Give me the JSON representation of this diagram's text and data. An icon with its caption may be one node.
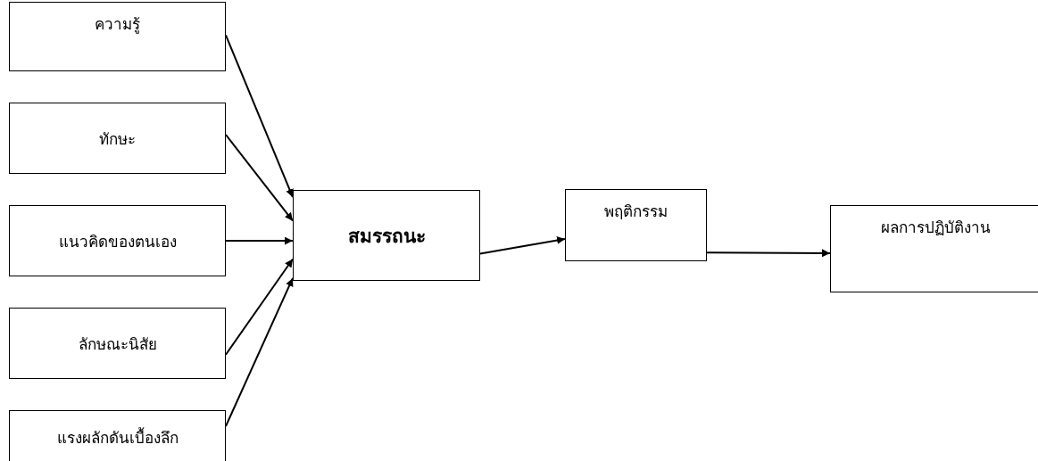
{
  "diagram": {
    "nodes": [
      {
        "text": [
          "ความรู้"
        ]
      },
      {
        "text": [
          "ทักษะ"
        ]
      },
      {
        "text": [
          "แนวคิดของตนเอง"
        ]
      },
      {
        "text": [
          "ลักษณะนิสัย"
        ]
      },
      {
        "text": [
          "แรงผลักดันเบื้องลึก"
        ]
      },
      {
        "text": [
          "สมรรถนะ"
        ]
      },
      {
        "text": [
          "พฤติกรรม"
        ]
      },
      {
        "text": [
          "ผลการปฏิบัติงาน"
        ]
      }
    ],
    "edges": [
      {
        "from": 0,
        "to": 5,
        "arrow": "to"
      },
      {
        "from": 1,
        "to": 5,
        "arrow": "to"
      },
      {
        "from": 2,
        "to": 5,
        "arrow": "to"
      },
      {
        "from": 3,
        "to": 5,
        "arrow": "to"
      },
      {
        "from": 4,
        "to": 5,
        "arrow": "to"
      },
      {
        "from": 5,
        "to": 6,
        "arrow": "to"
      },
      {
        "from": 6,
        "to": 7,
        "arrow": "to"
      }
    ]
  }
}
